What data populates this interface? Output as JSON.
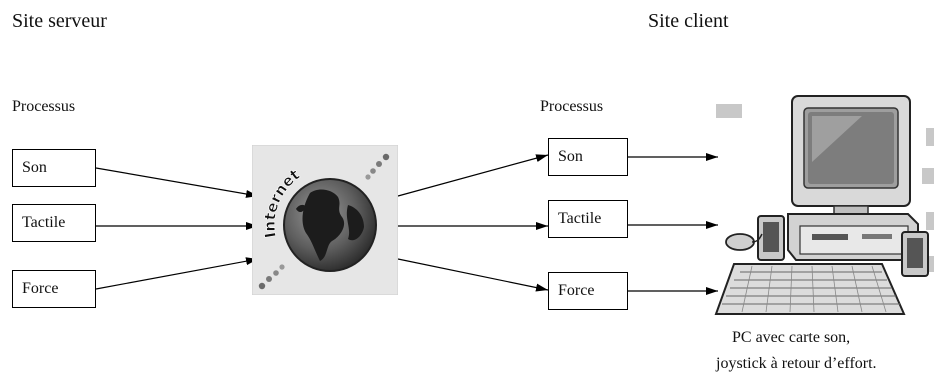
{
  "server": {
    "title": "Site serveur",
    "processes_label": "Processus",
    "boxes": [
      "Son",
      "Tactile",
      "Force"
    ]
  },
  "client": {
    "title": "Site  client",
    "processes_label": "Processus",
    "boxes": [
      "Son",
      "Tactile",
      "Force"
    ],
    "caption_line1": "PC avec carte son,",
    "caption_line2": "joystick à retour d’effort."
  },
  "internet": {
    "label": "Internet",
    "icon": "globe-icon"
  },
  "computer": {
    "icon": "desktop-computer-icon"
  }
}
